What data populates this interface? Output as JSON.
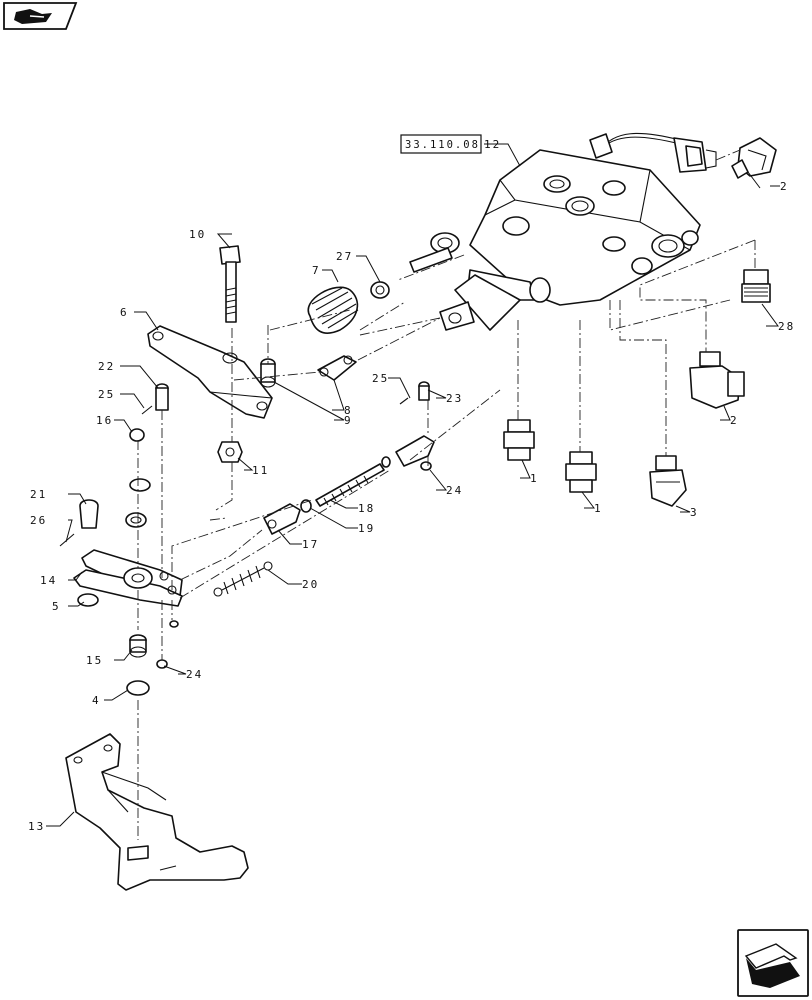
{
  "reference_box": "33.110.08",
  "callouts": [
    {
      "id": "c1a",
      "label": "1"
    },
    {
      "id": "c1b",
      "label": "1"
    },
    {
      "id": "c2a",
      "label": "2"
    },
    {
      "id": "c2b",
      "label": "2"
    },
    {
      "id": "c3",
      "label": "3"
    },
    {
      "id": "c4",
      "label": "4"
    },
    {
      "id": "c5",
      "label": "5"
    },
    {
      "id": "c6",
      "label": "6"
    },
    {
      "id": "c7",
      "label": "7"
    },
    {
      "id": "c8",
      "label": "8"
    },
    {
      "id": "c9",
      "label": "9"
    },
    {
      "id": "c10",
      "label": "10"
    },
    {
      "id": "c11",
      "label": "11"
    },
    {
      "id": "c12",
      "label": "12"
    },
    {
      "id": "c13",
      "label": "13"
    },
    {
      "id": "c14",
      "label": "14"
    },
    {
      "id": "c15",
      "label": "15"
    },
    {
      "id": "c16",
      "label": "16"
    },
    {
      "id": "c17",
      "label": "17"
    },
    {
      "id": "c18",
      "label": "18"
    },
    {
      "id": "c19",
      "label": "19"
    },
    {
      "id": "c20",
      "label": "20"
    },
    {
      "id": "c21",
      "label": "21"
    },
    {
      "id": "c22",
      "label": "22"
    },
    {
      "id": "c23",
      "label": "23"
    },
    {
      "id": "c24a",
      "label": "24"
    },
    {
      "id": "c24b",
      "label": "24"
    },
    {
      "id": "c25a",
      "label": "25"
    },
    {
      "id": "c25b",
      "label": "25"
    },
    {
      "id": "c26",
      "label": "26"
    },
    {
      "id": "c27",
      "label": "27"
    },
    {
      "id": "c28",
      "label": "28"
    }
  ],
  "icons": {
    "top_left": "section-nav-icon",
    "bottom_right": "next-page-arrow-icon"
  }
}
